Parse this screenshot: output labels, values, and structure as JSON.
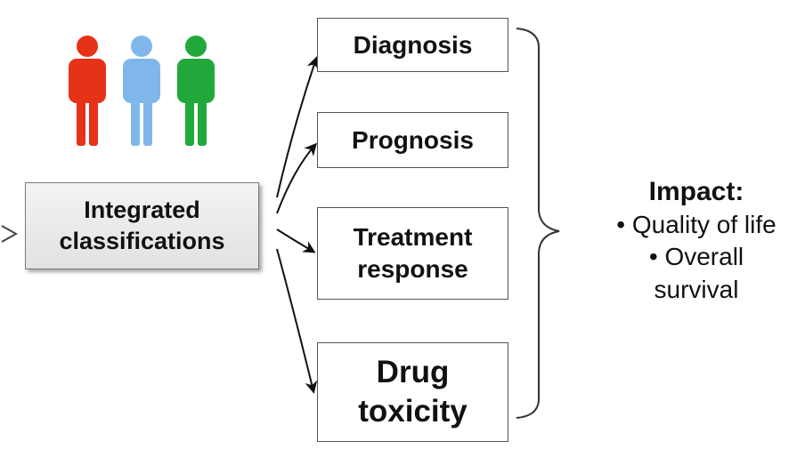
{
  "integrated": {
    "line1": "Integrated",
    "line2": "classifications"
  },
  "outcomes": {
    "diagnosis": "Diagnosis",
    "prognosis": "Prognosis",
    "treatment_line1": "Treatment",
    "treatment_line2": "response",
    "drug_line1": "Drug",
    "drug_line2": "toxicity"
  },
  "impact": {
    "title": "Impact:",
    "bullet1": "• Quality of life",
    "bullet2_line1": "• Overall",
    "bullet2_line2": "survival"
  },
  "colors": {
    "person_red": "#e53219",
    "person_blue": "#7fb7ea",
    "person_green": "#22a83a",
    "arrow": "#111111",
    "brace": "#333333"
  },
  "icons": [
    "person-icon",
    "person-icon",
    "person-icon",
    "arrow-head-icon",
    "brace-icon"
  ]
}
